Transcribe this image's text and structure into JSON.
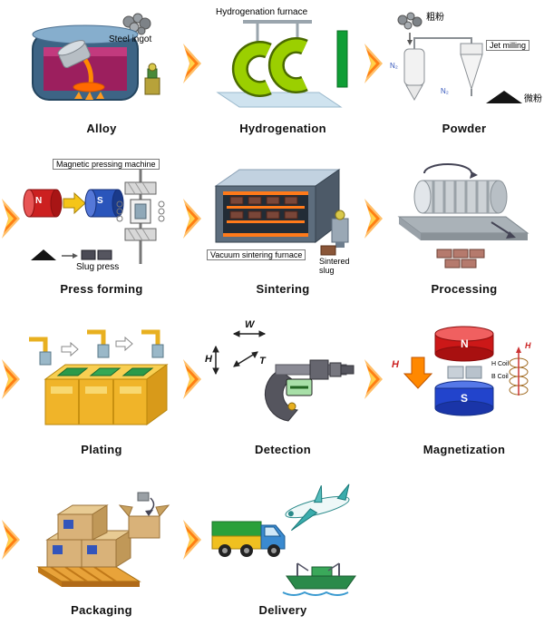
{
  "process": {
    "arrow_color": "#ff7f13"
  },
  "steps": {
    "alloy": {
      "label": "Alloy",
      "steel_ingot": "Steel ingot"
    },
    "hydrogenation": {
      "label": "Hydrogenation",
      "furnace_label": "Hydrogenation furnace"
    },
    "powder": {
      "label": "Powder",
      "jet_milling": "Jet milling",
      "coarse_powder": "粗粉",
      "fine_powder": "微粉",
      "n2_left": "N₂",
      "n2_right": "N₂"
    },
    "press_forming": {
      "label": "Press forming",
      "machine_label": "Magnetic pressing machine",
      "slug_press": "Slug press",
      "pole_n": "N",
      "pole_s": "S"
    },
    "sintering": {
      "label": "Sintering",
      "furnace_label": "Vacuum sintering furnace",
      "slug_label": "Sintered slug"
    },
    "processing": {
      "label": "Processing"
    },
    "plating": {
      "label": "Plating"
    },
    "detection": {
      "label": "Detection",
      "dim_w": "W",
      "dim_t": "T",
      "dim_h": "H"
    },
    "magnetization": {
      "label": "Magnetization",
      "pole_n": "N",
      "pole_s": "S",
      "field_h": "H",
      "coil_h": "H",
      "h_coil": "H Coil",
      "b_coil": "B Coil"
    },
    "packaging": {
      "label": "Packaging"
    },
    "delivery": {
      "label": "Delivery"
    }
  }
}
